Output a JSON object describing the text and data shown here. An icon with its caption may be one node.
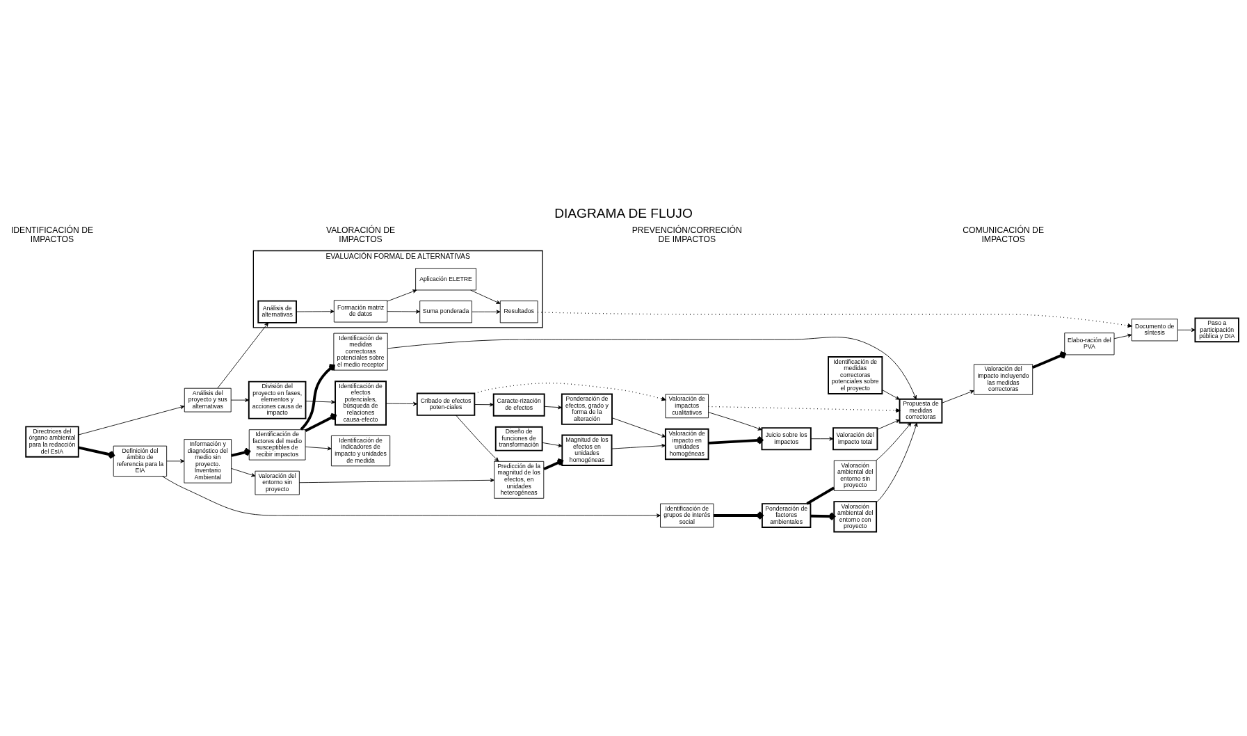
{
  "diagram": {
    "title": "DIAGRAMA DE FLUJO",
    "nodes": [
      {
        "text": [
          "EVALUACIÓN FORMAL DE ALTERNATIVAS"
        ]
      },
      {
        "text": [
          "Análisis de alternativas"
        ],
        "in": 0
      },
      {
        "text": [
          "Formación matriz de datos"
        ],
        "in": 0
      },
      {
        "text": [
          "Suma ponderada"
        ],
        "in": 0
      },
      {
        "text": [
          "Aplicación ELETRE"
        ],
        "in": 0
      },
      {
        "text": [
          "Resultados"
        ],
        "in": 0
      },
      {
        "text": [
          "Directrices del órgano ambiental para la redacción del EsIA"
        ]
      },
      {
        "text": [
          "Análisis del proyecto y sus alternativas"
        ]
      },
      {
        "text": [
          "División del proyecto en fases, elementos y acciones causa de impacto"
        ]
      },
      {
        "text": [
          "Definición del ámbito de referencia para la EIA"
        ]
      },
      {
        "text": [
          "Información y diagnóstico del medio sin proyecto. Inventario Ambiental"
        ]
      },
      {
        "text": [
          "Identificación de factores del medio susceptibles de recibir impactos"
        ]
      },
      {
        "text": [
          "Identificación de efectos potenciales, búsqueda de relaciones causa-efecto"
        ]
      },
      {
        "text": [
          "Cribado de efectos poten-ciales"
        ]
      },
      {
        "text": [
          "Valoración de impactos cualitativos"
        ]
      },
      {
        "text": [
          "Caracte-rización de efectos"
        ]
      },
      {
        "text": [
          "Ponderación de efectos, grado y forma de la alteración"
        ]
      },
      {
        "text": [
          "Predicción de la magnitud de los efectos, en unidades heterogéneas"
        ]
      },
      {
        "text": [
          "Magnitud de los efectos en unidades homogéneas"
        ]
      },
      {
        "text": [
          "Identificación de indicadores de impacto y unidades de medida"
        ]
      },
      {
        "text": [
          "Diseño de funciones de transformación"
        ]
      },
      {
        "text": [
          "Valoración del entorno sin proyecto"
        ]
      },
      {
        "text": [
          "Valoración de impacto en unidades homogéneas"
        ]
      },
      {
        "text": [
          "Juicio sobre los impactos"
        ]
      },
      {
        "text": [
          "Valoración ambiental del entorno sin proyecto"
        ]
      },
      {
        "text": [
          "Valoración del impacto total"
        ]
      },
      {
        "text": [
          "Valoración ambiental del entorno con proyecto"
        ]
      },
      {
        "text": [
          "Ponderación de factores ambientales"
        ]
      },
      {
        "text": [
          "Identificación de grupos de interés social"
        ]
      },
      {
        "text": [
          "Identificación de medidas correctoras potenciales sobre el proyecto"
        ]
      },
      {
        "text": [
          "Identificación de medidas correctoras potenciales sobre el medio receptor"
        ]
      },
      {
        "text": [
          "Propuesta de medidas correctoras"
        ]
      },
      {
        "text": [
          "Valoración del impacto incluyendo las medidas correctoras"
        ]
      },
      {
        "text": [
          "Elabo-ración del PVA"
        ]
      },
      {
        "text": [
          "Documento de síntesis"
        ]
      },
      {
        "text": [
          "Paso a participación pública y DIA"
        ]
      }
    ],
    "edges": [
      {
        "from": 1,
        "to": 2,
        "arrow": "to"
      },
      {
        "from": 2,
        "to": 3,
        "arrow": "to"
      },
      {
        "from": 2,
        "to": 4,
        "arrow": "to"
      },
      {
        "from": 3,
        "to": 5,
        "arrow": "to"
      },
      {
        "from": 4,
        "to": 5,
        "arrow": "to"
      },
      {
        "from": 5,
        "to": 34,
        "arrow": "to",
        "style": "dashed"
      },
      {
        "from": 6,
        "to": 7,
        "arrow": "to"
      },
      {
        "from": 6,
        "to": 9,
        "arrow": "to",
        "style": "thick"
      },
      {
        "from": 7,
        "to": 1,
        "arrow": "to"
      },
      {
        "from": 7,
        "to": 8,
        "arrow": "to"
      },
      {
        "from": 8,
        "to": 12,
        "arrow": "to"
      },
      {
        "from": 11,
        "to": 12,
        "arrow": "to",
        "style": "thick"
      },
      {
        "from": 9,
        "to": 10,
        "arrow": "to"
      },
      {
        "from": 10,
        "to": 11,
        "arrow": "to",
        "style": "thick"
      },
      {
        "from": 9,
        "to": 28,
        "arrow": "to"
      },
      {
        "from": 10,
        "to": 21,
        "arrow": "to"
      },
      {
        "from": 11,
        "to": 19,
        "arrow": "to"
      },
      {
        "from": 11,
        "to": 30,
        "arrow": "to",
        "style": "thick"
      },
      {
        "from": 21,
        "to": 17,
        "arrow": "to"
      },
      {
        "from": 12,
        "to": 13,
        "arrow": "to"
      },
      {
        "from": 13,
        "to": 14,
        "arrow": "to",
        "style": "dashed"
      },
      {
        "from": 13,
        "to": 15,
        "arrow": "to"
      },
      {
        "from": 13,
        "to": 17,
        "arrow": "to"
      },
      {
        "from": 15,
        "to": 16,
        "arrow": "to"
      },
      {
        "from": 17,
        "to": 18,
        "arrow": "to",
        "style": "thick"
      },
      {
        "from": 20,
        "to": 18,
        "arrow": "to"
      },
      {
        "from": 16,
        "to": 22,
        "arrow": "to"
      },
      {
        "from": 18,
        "to": 22,
        "arrow": "to"
      },
      {
        "from": 14,
        "to": 31,
        "arrow": "to",
        "style": "dashed"
      },
      {
        "from": 14,
        "to": 23,
        "arrow": "to"
      },
      {
        "from": 22,
        "to": 23,
        "arrow": "to",
        "style": "thick"
      },
      {
        "from": 23,
        "to": 25,
        "arrow": "to"
      },
      {
        "from": 28,
        "to": 27,
        "arrow": "to",
        "style": "thick"
      },
      {
        "from": 27,
        "to": 24,
        "arrow": "none",
        "style": "thick"
      },
      {
        "from": 27,
        "to": 26,
        "arrow": "to",
        "style": "thick"
      },
      {
        "from": 24,
        "to": 31,
        "arrow": "to"
      },
      {
        "from": 25,
        "to": 31,
        "arrow": "to"
      },
      {
        "from": 26,
        "to": 31,
        "arrow": "to"
      },
      {
        "from": 29,
        "to": 31,
        "arrow": "to"
      },
      {
        "from": 30,
        "to": 31,
        "arrow": "to"
      },
      {
        "from": 31,
        "to": 32,
        "arrow": "to"
      },
      {
        "from": 32,
        "to": 33,
        "arrow": "to",
        "style": "thick"
      },
      {
        "from": 33,
        "to": 34,
        "arrow": "to"
      },
      {
        "from": 34,
        "to": 35,
        "arrow": "to"
      }
    ],
    "labels": [
      "IDENTIFICACIÓN DE IMPACTOS",
      "VALORACIÓN DE IMPACTOS",
      "PREVENCIÓN/CORRECIÓN DE IMPACTOS",
      "COMUNICACIÓN DE IMPACTOS"
    ]
  }
}
